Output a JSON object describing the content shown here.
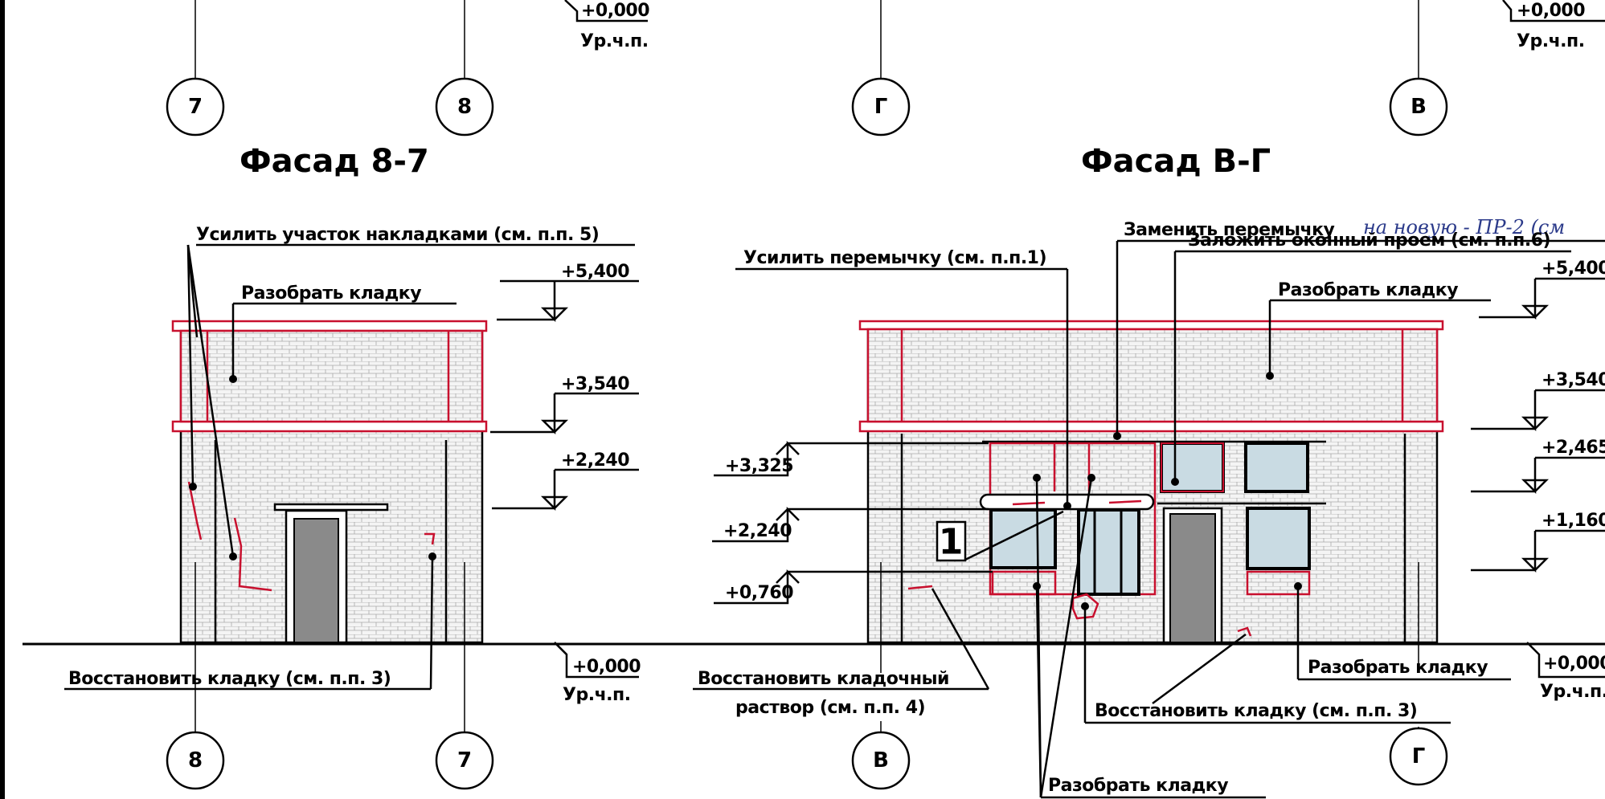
{
  "facade_left": {
    "title": "Фасад 8-7",
    "note_reinforce": "Усилить участок накладками (см. п.п. 5)",
    "note_dismantle": "Разобрать кладку",
    "note_restore": "Восстановить кладку (см. п.п. 3)",
    "levels": [
      "+5,400",
      "+3,540",
      "+2,240"
    ],
    "ground_level": "+0,000",
    "ground_label": "Ур.ч.п.",
    "top_level": "+0,000",
    "top_label": "Ур.ч.п.",
    "axes_top": [
      "7",
      "8"
    ],
    "axes_bottom": [
      "8",
      "7"
    ]
  },
  "facade_right": {
    "title": "Фасад В-Г",
    "note_replace_lintel": "Заменить перемычку",
    "note_handwritten": "на новую - ПР-2 (см",
    "note_brick_window": "Заложить оконный проем (см. п.п.6)",
    "note_reinforce_lintel": "Усилить перемычку (см. п.п.1)",
    "note_dismantle_top": "Разобрать кладку",
    "note_mortar_1": "Восстановить кладочный",
    "note_mortar_2": "раствор (см. п.п. 4)",
    "note_restore": "Восстановить кладку (см. п.п. 3)",
    "note_dismantle_right": "Разобрать кладку",
    "note_dismantle_bottom": "Разобрать кладку",
    "callout": "1",
    "levels_left": [
      "+3,325",
      "+2,240",
      "+0,760"
    ],
    "levels_right": [
      "+5,400",
      "+3,540",
      "+2,465",
      "+1,160"
    ],
    "ground_level": "+0,000",
    "ground_label": "Ур.ч.п.",
    "top_level": "+0,000",
    "top_label": "Ур.ч.п.",
    "axes_top": [
      "Г",
      "В"
    ],
    "axes_bottom": [
      "В",
      "Г"
    ]
  },
  "colors": {
    "ink": "#000000",
    "repair_red": "#c8102e",
    "glass": "#c9dbe3",
    "door": "#8a8a8a",
    "brick": "#f2f2f2",
    "handwriting": "#2b3a8a"
  }
}
